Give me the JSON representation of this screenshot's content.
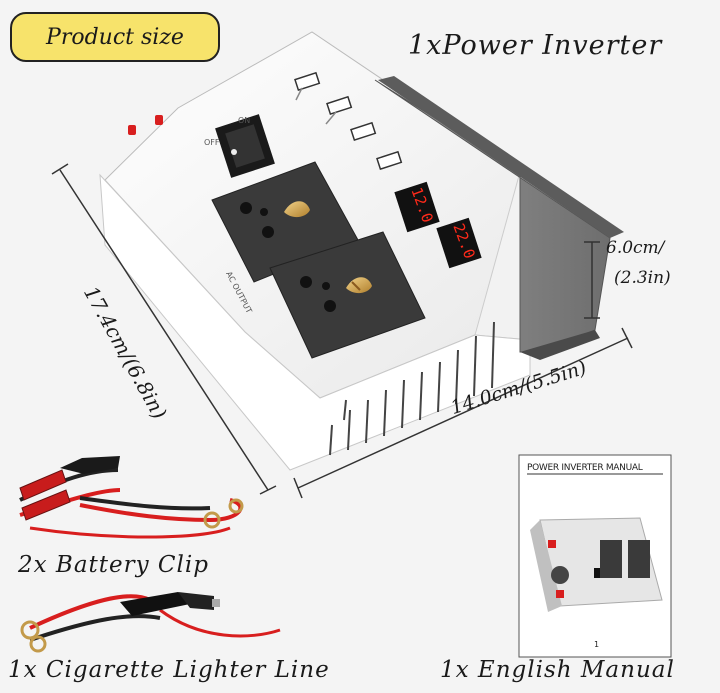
{
  "header": {
    "badge": "Product size",
    "title": "1xPower Inverter"
  },
  "dimensions": {
    "width": "14.0cm/(5.5in)",
    "height_cm": "6.0cm/",
    "height_in": "(2.3in)",
    "length": "17.4cm/(6.8in)"
  },
  "device": {
    "switch_on": "ON",
    "switch_off": "OFF",
    "outlet_label": "AC OUTPUT",
    "display_1": "12.0",
    "display_2": "22.0"
  },
  "accessories": {
    "battery_clip": "2x Battery Clip",
    "cigarette_line": "1x Cigarette Lighter Line",
    "manual": "1x English Manual"
  },
  "manual": {
    "title": "POWER INVERTER MANUAL",
    "page": "1"
  },
  "colors": {
    "badge_bg": "#f7e36b",
    "display_red": "#ff2a1a",
    "cable_red": "#d81e1e",
    "outlet_black": "#3a3a3a"
  }
}
